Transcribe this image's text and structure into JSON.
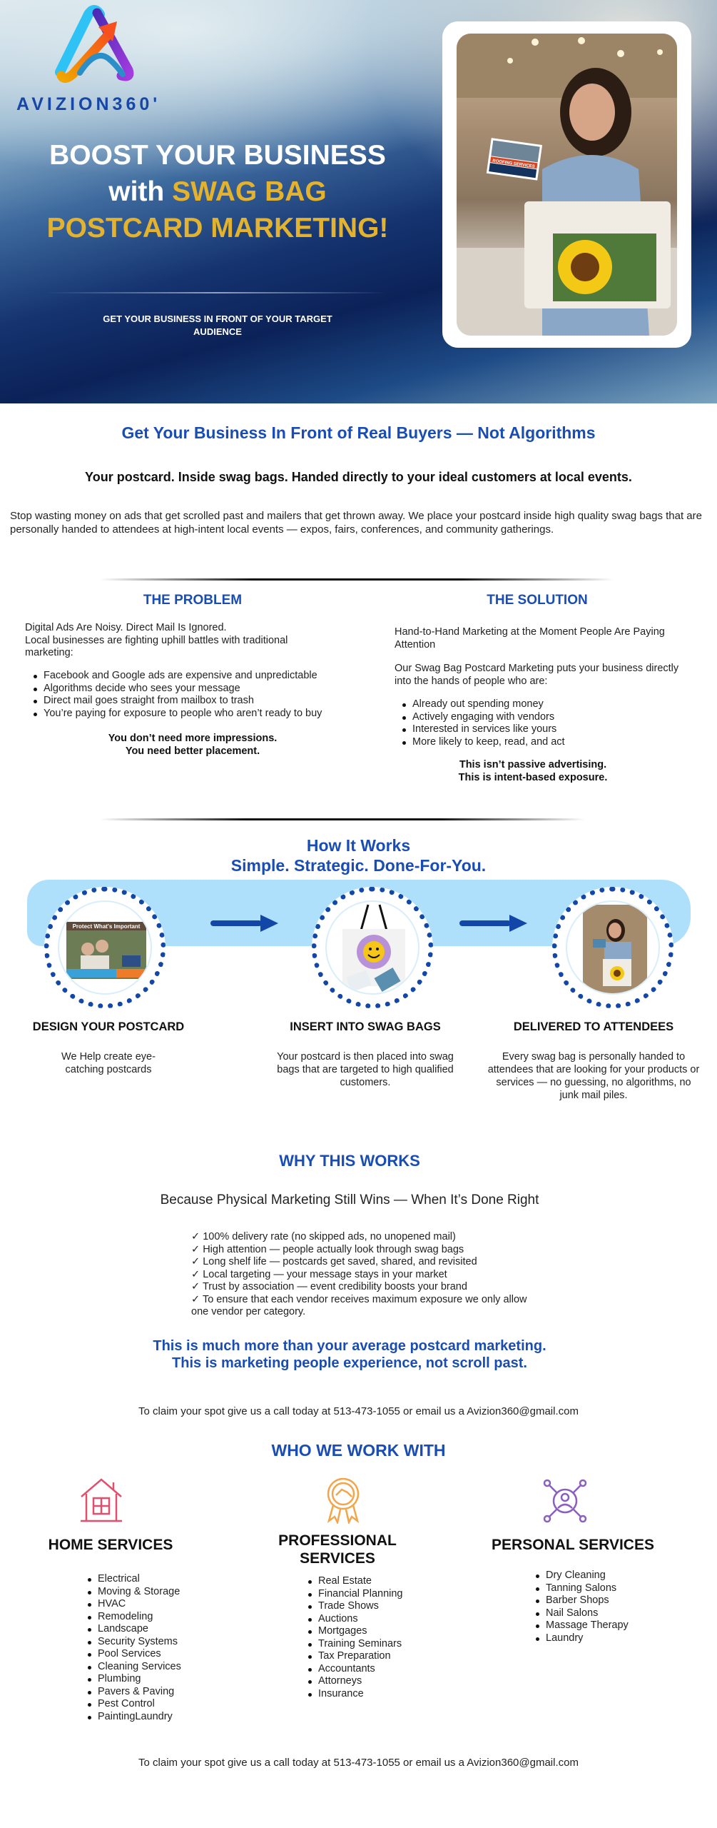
{
  "brand": {
    "name": "AVIZION360'"
  },
  "hero": {
    "title_line1": "BOOST YOUR BUSINESS",
    "title_with": "with",
    "title_highlight1": "SWAG BAG",
    "title_highlight2": "POSTCARD MARKETING!",
    "subtitle": "GET YOUR BUSINESS IN FRONT OF YOUR TARGET AUDIENCE",
    "postcard_label": "ROOFING SERVICES",
    "colors": {
      "gold": "#e3b22e",
      "navy": "#0b2258"
    }
  },
  "intro": {
    "heading": "Get Your Business In Front of Real Buyers — Not Algorithms",
    "subheading": "Your postcard. Inside swag bags. Handed directly to your ideal customers at local events.",
    "paragraph": "Stop wasting money on ads that get scrolled past and mailers that get thrown away. We place your postcard inside high quality swag bags that are personally  handed to attendees at high-intent local events — expos, fairs, conferences, and community gatherings."
  },
  "problem": {
    "heading": "THE PROBLEM",
    "line1": "Digital Ads Are Noisy. Direct Mail Is Ignored.",
    "line2": "Local businesses are fighting uphill battles with traditional marketing:",
    "bullets": [
      "Facebook and Google ads are expensive and unpredictable",
      "Algorithms decide who sees your message",
      "Direct mail goes straight from mailbox to trash",
      "You’re paying for exposure to people who aren’t ready to buy"
    ],
    "closing1": "You don’t need more impressions.",
    "closing2": "You need better placement."
  },
  "solution": {
    "heading": "THE SOLUTION",
    "line1": "Hand-to-Hand Marketing at the Moment People Are Paying Attention",
    "line2": "Our Swag Bag Postcard Marketing puts your business directly into the hands of people who are:",
    "bullets": [
      "Already out spending money",
      "Actively engaging with vendors",
      "Interested in services like yours",
      "More likely to keep, read, and act"
    ],
    "closing1": "This isn’t passive advertising.",
    "closing2": "This is intent-based exposure."
  },
  "how": {
    "heading1": "How It Works",
    "heading2": "Simple. Strategic. Done-For-You.",
    "steps": [
      {
        "title": "DESIGN YOUR POSTCARD",
        "desc": "We Help create eye-catching postcards",
        "image_text": "Protect What's Important"
      },
      {
        "title": "INSERT INTO SWAG BAGS",
        "desc": "Your postcard is then  placed into swag bags that are targeted to high qualified customers."
      },
      {
        "title": "DELIVERED TO ATTENDEES",
        "desc": "Every swag bag is personally handed to attendees that are looking for your products or services — no guessing, no algorithms, no junk mail piles."
      }
    ]
  },
  "why": {
    "heading": "WHY THIS WORKS",
    "subheading": "Because Physical Marketing Still Wins — When It’s Done Right",
    "checks": [
      "100% delivery rate (no skipped ads, no unopened mail)",
      "High attention — people actually look through swag bags",
      "Long shelf life — postcards get saved, shared, and revisited",
      "Local targeting — your message stays in your market",
      "Trust by association — event credibility boosts your brand",
      " To ensure that each vendor receives maximum exposure we only allow one vendor per category."
    ],
    "check_mark": "✓",
    "tagline1": "This is much more than your average postcard marketing.",
    "tagline2": "This is marketing people experience, not scroll past."
  },
  "contact": {
    "text": "To claim your spot give us a call today at 513-473-1055 or email  us a Avizion360@gmail.com"
  },
  "who": {
    "heading": "WHO WE WORK WITH",
    "columns": [
      {
        "title": "HOME SERVICES",
        "icon": "house-icon",
        "color": "#e0506e",
        "items": [
          "Electrical",
          "Moving & Storage",
          "HVAC",
          "Remodeling",
          "Landscape",
          "Security Systems",
          "Pool Services",
          "Cleaning Services",
          "Plumbing",
          "Pavers & Paving",
          "Pest Control",
          "PaintingLaundry"
        ]
      },
      {
        "title": "PROFESSIONAL SERVICES",
        "icon": "handshake-badge-icon",
        "color": "#f2a54a",
        "items": [
          "Real Estate",
          "Financial Planning",
          "Trade Shows",
          "Auctions",
          "Mortgages",
          "Training Seminars",
          "Tax Preparation",
          "Accountants",
          "Attorneys",
          "Insurance"
        ]
      },
      {
        "title": "PERSONAL SERVICES",
        "icon": "user-network-icon",
        "color": "#8a5fc0",
        "items": [
          "Dry Cleaning",
          "Tanning Salons",
          "Barber Shops",
          "Nail Salons",
          "Massage Therapy",
          "Laundry"
        ]
      }
    ]
  }
}
